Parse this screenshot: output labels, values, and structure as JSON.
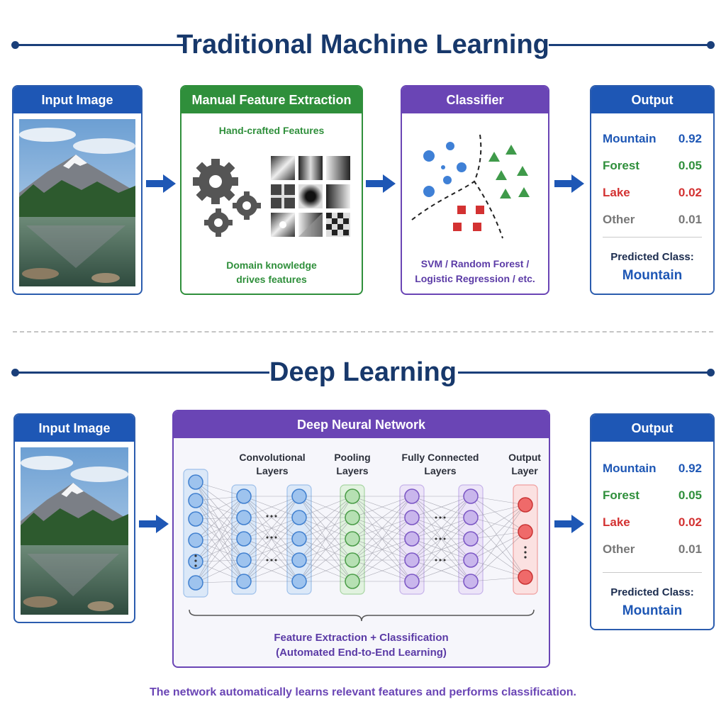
{
  "traditional": {
    "title": "Traditional Machine Learning",
    "input_header": "Input Image",
    "feature_header": "Manual Feature Extraction",
    "feature_sub": "Hand-crafted Features",
    "feature_note_1": "Domain knowledge",
    "feature_note_2": "drives features",
    "classifier_header": "Classifier",
    "classifier_note_1": "SVM / Random Forest /",
    "classifier_note_2": "Logistic Regression / etc.",
    "output_header": "Output",
    "outputs": [
      {
        "label": "Mountain",
        "value": "0.92"
      },
      {
        "label": "Forest",
        "value": "0.05"
      },
      {
        "label": "Lake",
        "value": "0.02"
      },
      {
        "label": "Other",
        "value": "0.01"
      }
    ],
    "predicted_label": "Predicted Class:",
    "predicted_value": "Mountain"
  },
  "deep": {
    "title": "Deep Learning",
    "input_header": "Input Image",
    "network_header": "Deep Neural Network",
    "layer_labels": {
      "conv_1": "Convolutional",
      "conv_2": "Layers",
      "pool_1": "Pooling",
      "pool_2": "Layers",
      "fc_1": "Fully Connected",
      "fc_2": "Layers",
      "out_1": "Output",
      "out_2": "Layer"
    },
    "network_note_1": "Feature Extraction + Classification",
    "network_note_2": "(Automated End-to-End Learning)",
    "output_header": "Output",
    "outputs": [
      {
        "label": "Mountain",
        "value": "0.92"
      },
      {
        "label": "Forest",
        "value": "0.05"
      },
      {
        "label": "Lake",
        "value": "0.02"
      },
      {
        "label": "Other",
        "value": "0.01"
      }
    ],
    "predicted_label": "Predicted Class:",
    "predicted_value": "Mountain"
  },
  "footer_note": "The network automatically learns relevant features and performs classification.",
  "colors": {
    "navy": "#17386b",
    "blue": "#1e57b5",
    "green": "#2f8f3b",
    "purple": "#6a45b5",
    "red": "#d33232",
    "gray": "#777777"
  },
  "icons": [
    "gear-icon",
    "arrow-right-icon",
    "mountain-image",
    "filter-patch-icon"
  ]
}
